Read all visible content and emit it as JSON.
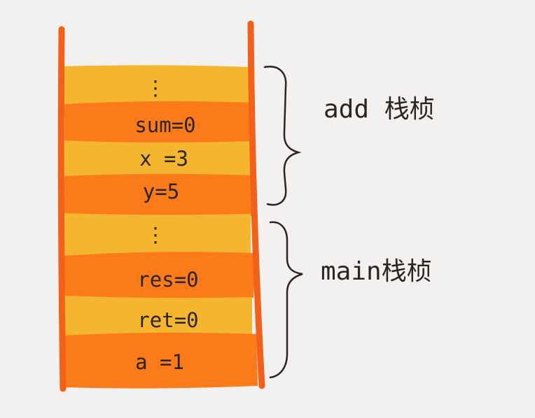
{
  "stack": {
    "cells": [
      {
        "label": "⋮",
        "color": "#f3b62e"
      },
      {
        "label": "sum=0",
        "color": "#fb7a1a"
      },
      {
        "label": "x =3",
        "color": "#f3b62e"
      },
      {
        "label": "y=5",
        "color": "#fb7a1a"
      },
      {
        "label": "⋮",
        "color": "#f3b62e"
      },
      {
        "label": "res=0",
        "color": "#fb7a1a"
      },
      {
        "label": "ret=0",
        "color": "#f3b62e"
      },
      {
        "label": "a =1",
        "color": "#fb7a1a"
      }
    ],
    "wall_color": "#f2601a"
  },
  "frames": [
    {
      "label": "add 栈桢"
    },
    {
      "label": "main栈桢"
    }
  ]
}
